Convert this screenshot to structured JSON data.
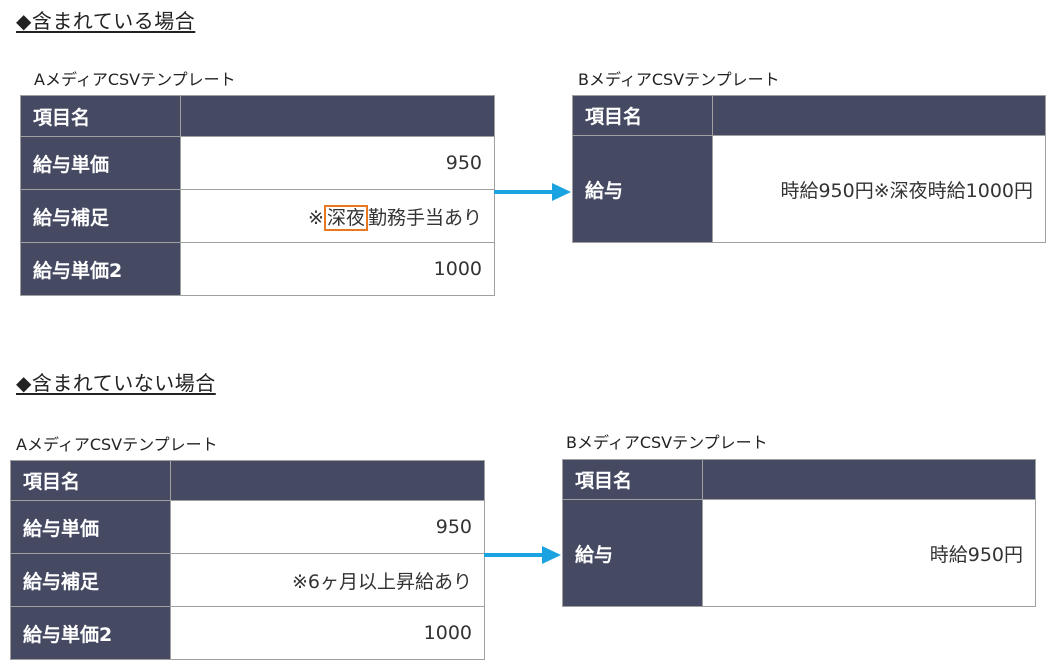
{
  "section1": {
    "heading": "◆含まれている場合",
    "a": {
      "caption": "AメディアCSVテンプレート",
      "header": "項目名",
      "rows": [
        {
          "label": "給与単価",
          "value": "950"
        },
        {
          "label": "給与補足",
          "value_prefix": "※",
          "value_highlight": "深夜",
          "value_suffix": "勤務手当あり"
        },
        {
          "label": "給与単価2",
          "value": "1000"
        }
      ]
    },
    "b": {
      "caption": "BメディアCSVテンプレート",
      "header": "項目名",
      "label": "給与",
      "value": "時給950円※深夜時給1000円"
    }
  },
  "section2": {
    "heading": "◆含まれていない場合",
    "a": {
      "caption": "AメディアCSVテンプレート",
      "header": "項目名",
      "rows": [
        {
          "label": "給与単価",
          "value": "950"
        },
        {
          "label": "給与補足",
          "value": "※6ヶ月以上昇給あり"
        },
        {
          "label": "給与単価2",
          "value": "1000"
        }
      ]
    },
    "b": {
      "caption": "BメディアCSVテンプレート",
      "header": "項目名",
      "label": "給与",
      "value": "時給950円"
    }
  },
  "colors": {
    "header_bg": "#454a62",
    "arrow": "#1aa3e0",
    "highlight_border": "#e87722"
  }
}
